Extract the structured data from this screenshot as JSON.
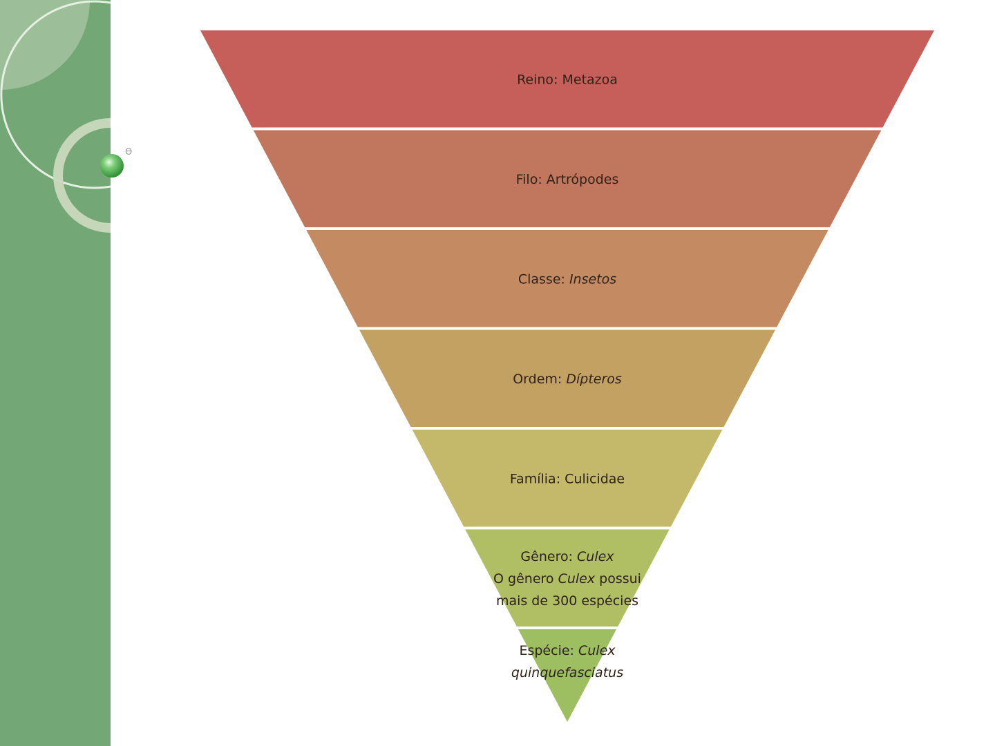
{
  "slide": {
    "sidebar_color": "#74a776",
    "background": "#ffffff",
    "decoration_icon": "bullet-orb-icon"
  },
  "pyramid": {
    "levels": [
      {
        "id": "reino",
        "color": "#c65f59",
        "lines": [
          [
            {
              "t": "Reino: Metazoa"
            }
          ]
        ]
      },
      {
        "id": "filo",
        "color": "#c1775d",
        "lines": [
          [
            {
              "t": "Filo: Artrópodes"
            }
          ]
        ]
      },
      {
        "id": "classe",
        "color": "#c48b62",
        "lines": [
          [
            {
              "t": "Classe: "
            },
            {
              "t": "Insetos",
              "i": true
            }
          ]
        ]
      },
      {
        "id": "ordem",
        "color": "#c3a163",
        "lines": [
          [
            {
              "t": "Ordem: "
            },
            {
              "t": "Dípteros",
              "i": true
            }
          ]
        ]
      },
      {
        "id": "familia",
        "color": "#c4b96a",
        "lines": [
          [
            {
              "t": "Família: Culicidae"
            }
          ]
        ]
      },
      {
        "id": "genero",
        "color": "#b0bf64",
        "lines": [
          [
            {
              "t": "Gênero: "
            },
            {
              "t": "Culex",
              "i": true
            }
          ],
          [
            {
              "t": "O gênero "
            },
            {
              "t": "Culex",
              "i": true
            },
            {
              "t": " possui"
            }
          ],
          [
            {
              "t": "mais de 300 espécies"
            }
          ]
        ]
      },
      {
        "id": "especie",
        "color": "#9ebe62",
        "lines": [
          [
            {
              "t": "Espécie: "
            },
            {
              "t": "Culex",
              "i": true
            }
          ],
          [
            {
              "t": "quinquefasciatus",
              "i": true
            }
          ]
        ]
      }
    ]
  }
}
